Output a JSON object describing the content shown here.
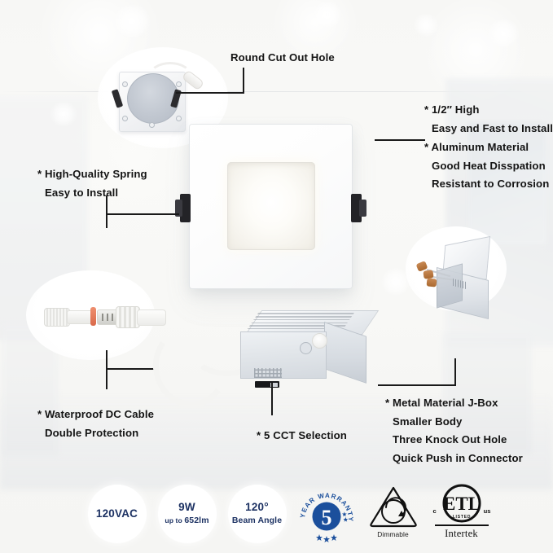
{
  "product": {
    "name": "Square recessed LED downlight panel",
    "components": {
      "panel": "square-led-panel",
      "lens": "diffuser-lens",
      "clips": "mounting-spring-clips",
      "jbox": "metal-junction-box",
      "cable": "waterproof-dc-cable"
    }
  },
  "callouts": [
    {
      "id": "round-cut-out-hole",
      "lines": [
        "Round Cut Out Hole"
      ]
    },
    {
      "id": "half-inch-high",
      "lines": [
        "* 1/2″  High",
        "Easy and Fast to Install"
      ]
    },
    {
      "id": "aluminum-material",
      "lines": [
        "* Aluminum Material",
        "Good Heat Disspation",
        "Resistant to Corrosion"
      ]
    },
    {
      "id": "high-quality-spring",
      "lines": [
        "* High-Quality Spring",
        "Easy to Install"
      ]
    },
    {
      "id": "waterproof-dc-cable",
      "lines": [
        "* Waterproof DC Cable",
        "Double Protection"
      ]
    },
    {
      "id": "cct-selection",
      "lines": [
        "* 5 CCT Selection"
      ]
    },
    {
      "id": "metal-j-box",
      "lines": [
        "* Metal Material J-Box",
        "Smaller Body",
        "Three Knock Out Hole",
        "Quick Push in Connector"
      ]
    }
  ],
  "specs": [
    {
      "id": "voltage",
      "big": "120VAC",
      "sub": "",
      "sub_prefix": ""
    },
    {
      "id": "wattage",
      "big": "9W",
      "sub": "652lm",
      "sub_prefix": "up to "
    },
    {
      "id": "beam-angle",
      "big": "120°",
      "sub": "Beam Angle",
      "sub_prefix": ""
    }
  ],
  "badges": {
    "warranty": {
      "number": "5",
      "arc_text": "YEAR WARRANTY"
    },
    "dimmable": {
      "caption": "Dimmable"
    },
    "etl": {
      "mark": "ETL",
      "left_mark": "c",
      "right_mark": "us",
      "listed": "LISTED",
      "company": "Intertek"
    }
  },
  "colors": {
    "background": "#f7f7f5",
    "text": "#141414",
    "spec_text": "#1d3263",
    "warranty_blue": "#1b4f9c",
    "badge_black": "#111111",
    "clip_black": "#232327",
    "cable_white": "#f4f4f2",
    "seal_orange": "#d9694a"
  }
}
